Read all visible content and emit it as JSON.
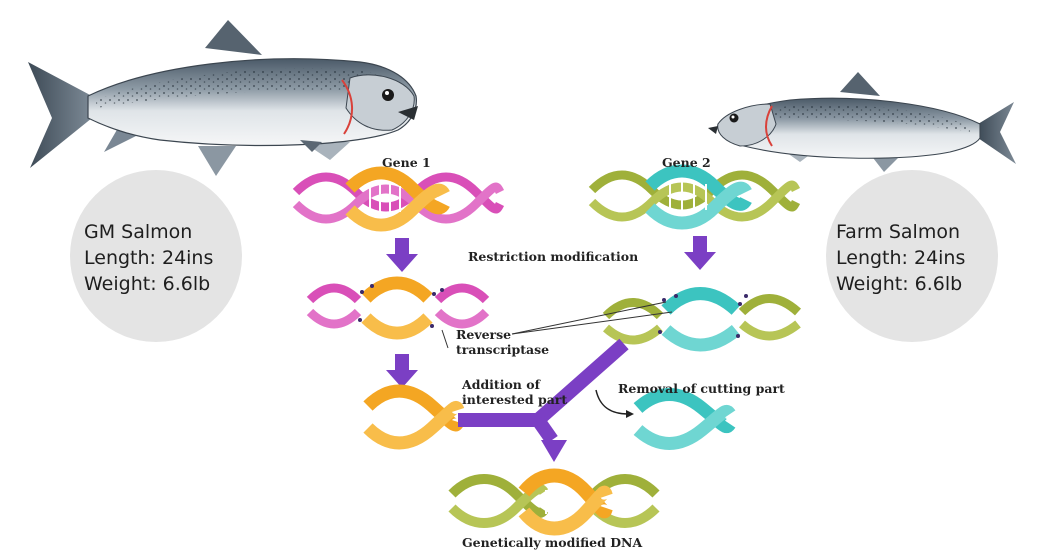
{
  "gm_salmon": {
    "name": "GM Salmon",
    "length": "Length: 24ins",
    "weight": "Weight: 6.6lb"
  },
  "farm_salmon": {
    "name": "Farm Salmon",
    "length": "Length: 24ins",
    "weight": "Weight: 6.6lb"
  },
  "diagram": {
    "gene1": "Gene 1",
    "gene2": "Gene 2",
    "restriction": "Restriction modification",
    "reverse_1": "Reverse",
    "reverse_2": "transcriptase",
    "addition_1": "Addition of",
    "addition_2": "interested part",
    "removal": "Removal of cutting part",
    "result": "Genetically modified DNA"
  },
  "colors": {
    "gene1_left": "#d94fb8",
    "gene1_center": "#f4a623",
    "gene2_left": "#9fb03a",
    "gene2_center": "#3cc4c0",
    "arrow": "#7b3fc4",
    "circle": "#e4e4e4"
  }
}
